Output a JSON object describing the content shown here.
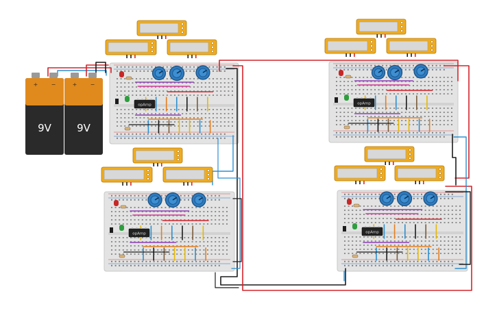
{
  "batteries": [
    {
      "label": "9V",
      "plus": "+",
      "minus": "−"
    },
    {
      "label": "9V",
      "plus": "+",
      "minus": "−"
    }
  ],
  "opamp_label": "opAmp",
  "colors": {
    "background": "#ffffff",
    "breadboard": "#e3e3e3",
    "battery_top": "#e08a1e",
    "battery_body": "#2a2a2a",
    "meter_frame": "#f0ac1f",
    "meter_screen": "#d8d8d8",
    "potentiometer": "#2e7bbf",
    "wire_red": "#d3232a",
    "wire_black": "#1c1c1c",
    "wire_blue": "#2c8fd0",
    "wire_yellow": "#e5b800",
    "wire_purple": "#8e3fb6",
    "wire_pink": "#d33a9b",
    "wire_orange": "#e57f1f",
    "wire_brown": "#7a5b3a",
    "led_red": "#c62828",
    "led_green": "#2e9e3e"
  },
  "circuit_blocks": [
    {
      "id": "top-left"
    },
    {
      "id": "top-right"
    },
    {
      "id": "bottom-left"
    },
    {
      "id": "bottom-right"
    }
  ]
}
